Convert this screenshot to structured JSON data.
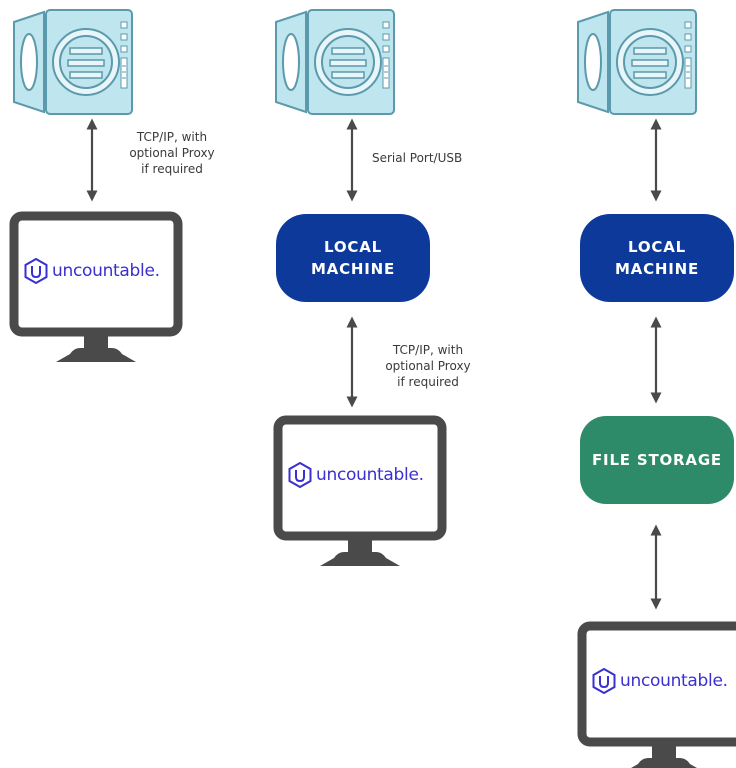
{
  "colors": {
    "autoclave": "#bfe5ee",
    "autoclave_stroke": "#5b9aad",
    "monitor": "#4a4a4a",
    "local_machine_box": "#0d3a9a",
    "file_storage_box": "#2e8b6a",
    "brand": "#3a2fd0",
    "arrow": "#4a4a4a"
  },
  "columns": [
    {
      "link1_label": "TCP/IP, with\noptional Proxy\nif required",
      "computer": {
        "logo_text": "uncountable",
        "logo_dot": "."
      }
    },
    {
      "link1_label": "Serial Port/USB",
      "local_machine": "LOCAL\nMACHINE",
      "link2_label": "TCP/IP, with\noptional Proxy\nif required",
      "computer": {
        "logo_text": "uncountable",
        "logo_dot": "."
      }
    },
    {
      "local_machine": "LOCAL\nMACHINE",
      "file_storage": "FILE STORAGE",
      "computer": {
        "logo_text": "uncountable",
        "logo_dot": "."
      }
    }
  ]
}
